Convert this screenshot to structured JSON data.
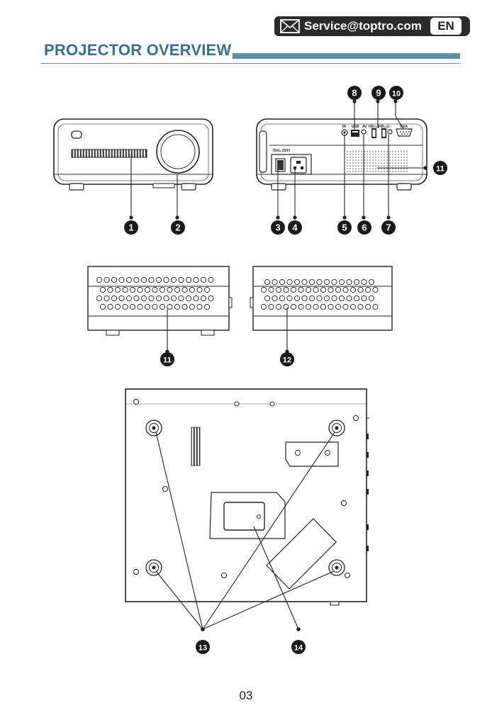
{
  "header": {
    "service_email": "Service@toptro.com",
    "language": "EN"
  },
  "title": "PROJECTOR OVERVIEW",
  "port_labels": {
    "ir": "IR",
    "usb": "USB",
    "av": "AV",
    "hdmi1": "HD▭1",
    "hdmi2": "HD▭2",
    "audio": "∩",
    "vga": "VGA",
    "power": "75AL-250V"
  },
  "callouts": [
    "1",
    "2",
    "3",
    "4",
    "5",
    "6",
    "7",
    "8",
    "9",
    "10",
    "11",
    "11",
    "12",
    "13",
    "14"
  ],
  "page_number": "03",
  "colors": {
    "accent": "#3c6f8d",
    "accent_bar": "#5b8eab",
    "dark": "#2b2b2b"
  }
}
